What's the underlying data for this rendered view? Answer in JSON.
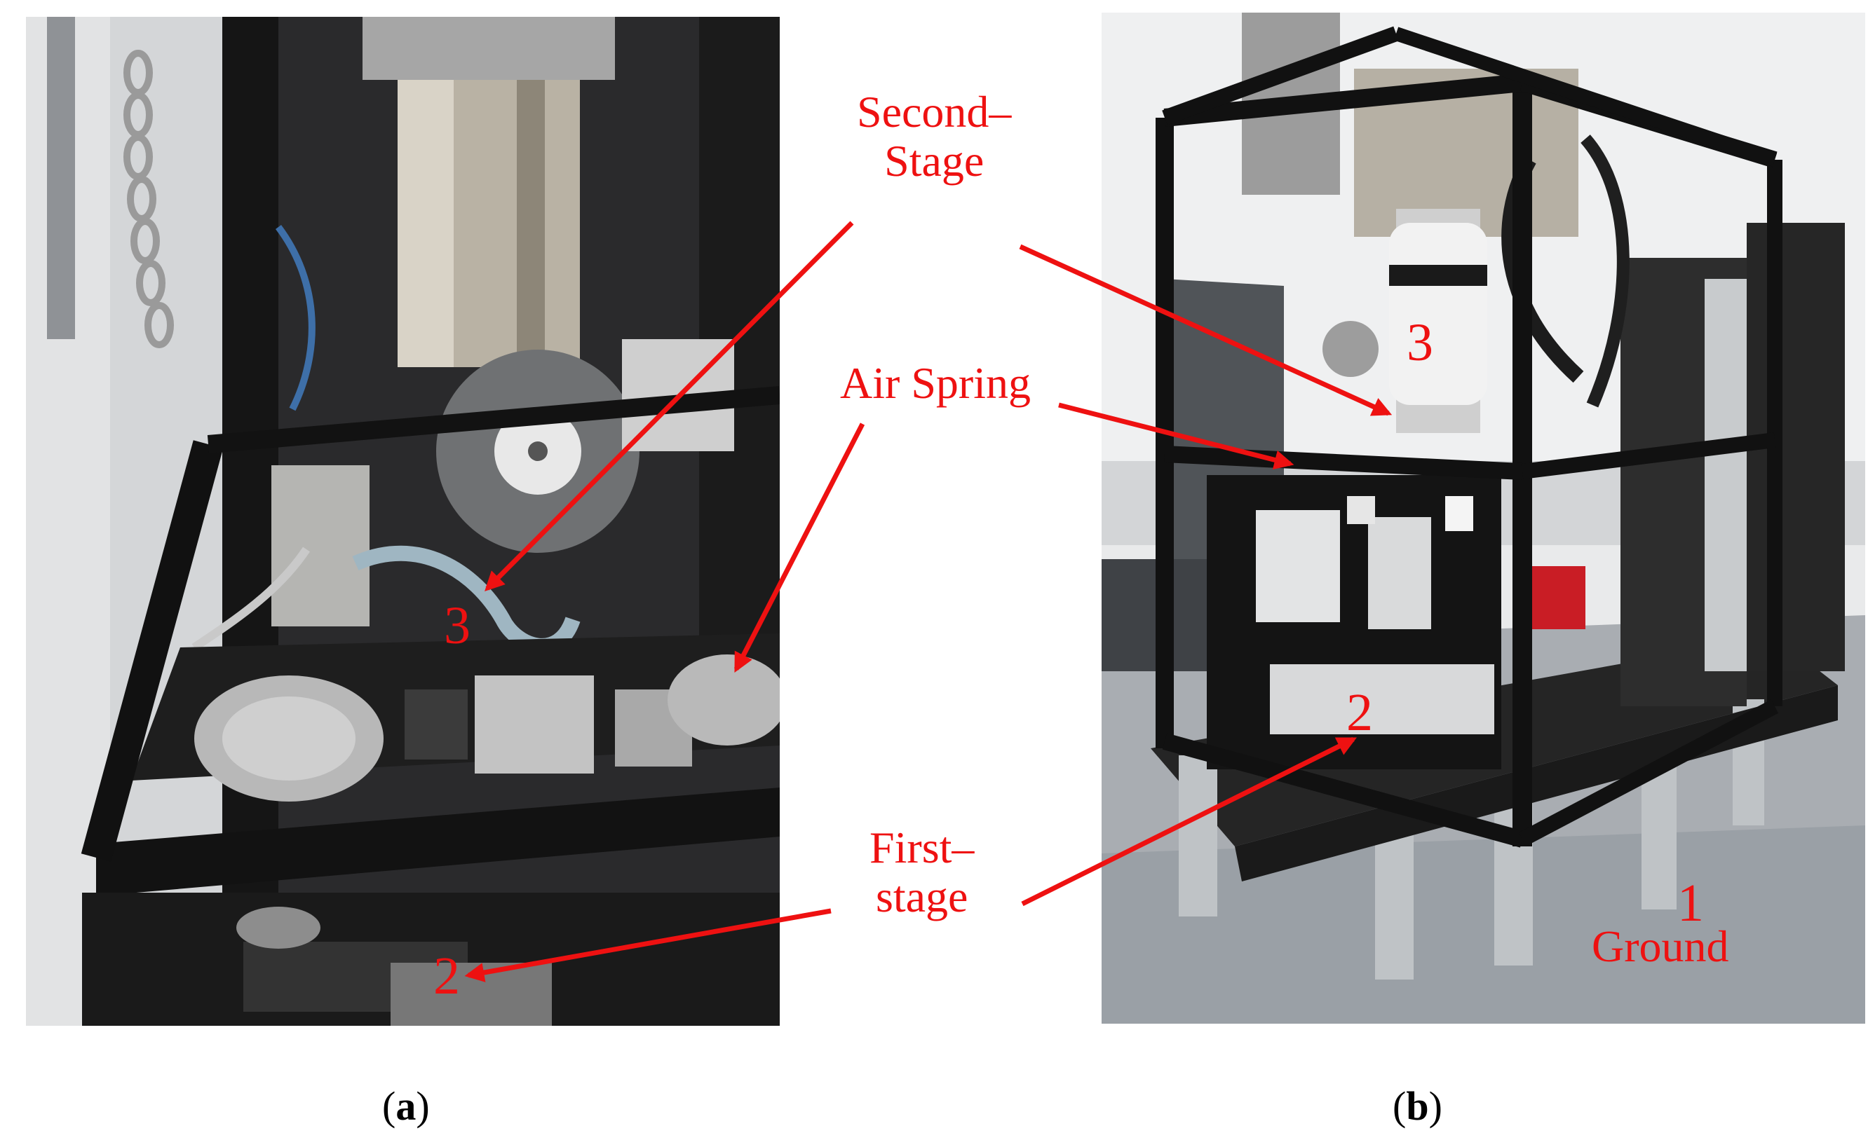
{
  "labels": {
    "second_stage_line1": "Second–",
    "second_stage_line2": "Stage",
    "air_spring": "Air Spring",
    "first_stage_line1": "First–",
    "first_stage_line2": "stage",
    "ground": "Ground"
  },
  "numbers": {
    "a_three": "3",
    "a_two": "2",
    "b_three": "3",
    "b_two": "2",
    "b_one": "1"
  },
  "captions": {
    "a_open": "(",
    "a_letter": "a",
    "a_close": ")",
    "b_open": "(",
    "b_letter": "b",
    "b_close": ")"
  },
  "colors": {
    "annotation": "#ee1111",
    "frame": "#151515",
    "background": "#ffffff"
  }
}
